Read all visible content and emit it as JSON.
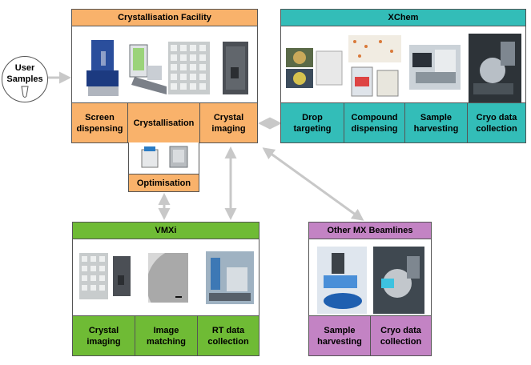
{
  "user_samples": {
    "label": "User\nSamples"
  },
  "crystallisation_facility": {
    "title": "Crystallisation Facility",
    "steps": [
      "Screen\ndispensing",
      "Crystallisation",
      "Crystal\nimaging"
    ],
    "optimisation": "Optimisation",
    "color": "#f9b26b"
  },
  "xchem": {
    "title": "XChem",
    "steps": [
      "Drop\ntargeting",
      "Compound\ndispensing",
      "Sample\nharvesting",
      "Cryo data\ncollection"
    ],
    "color": "#33bdb8"
  },
  "vmxi": {
    "title": "VMXi",
    "steps": [
      "Crystal\nimaging",
      "Image\nmatching",
      "RT data\ncollection"
    ],
    "color": "#6fbb35"
  },
  "other_mx": {
    "title": "Other MX Beamlines",
    "steps": [
      "Sample\nharvesting",
      "Cryo data\ncollection"
    ],
    "color": "#c383c4"
  }
}
